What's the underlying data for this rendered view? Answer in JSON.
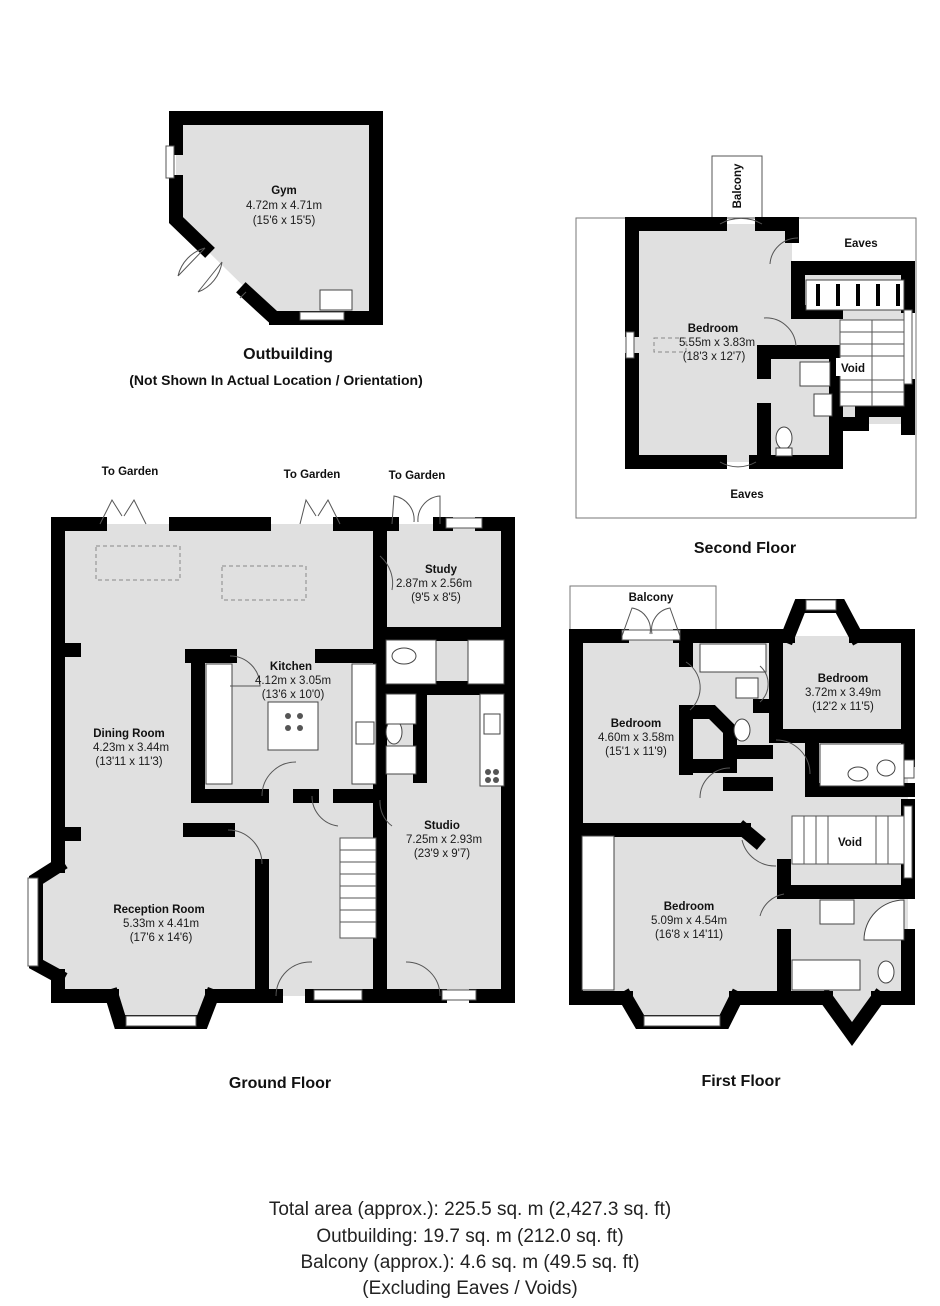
{
  "outbuilding": {
    "title": "Outbuilding",
    "subtitle": "(Not Shown In Actual Location / Orientation)",
    "gym": {
      "name": "Gym",
      "metric": "4.72m x 4.71m",
      "imperial": "(15'6 x 15'5)"
    }
  },
  "ground_floor": {
    "title": "Ground Floor",
    "to_garden": [
      "To Garden",
      "To Garden",
      "To Garden"
    ],
    "rooms": {
      "study": {
        "name": "Study",
        "metric": "2.87m x 2.56m",
        "imperial": "(9'5 x 8'5)"
      },
      "kitchen": {
        "name": "Kitchen",
        "metric": "4.12m x 3.05m",
        "imperial": "(13'6 x 10'0)"
      },
      "dining": {
        "name": "Dining Room",
        "metric": "4.23m x 3.44m",
        "imperial": "(13'11 x 11'3)"
      },
      "studio": {
        "name": "Studio",
        "metric": "7.25m x 2.93m",
        "imperial": "(23'9 x 9'7)"
      },
      "reception": {
        "name": "Reception Room",
        "metric": "5.33m x 4.41m",
        "imperial": "(17'6 x 14'6)"
      }
    }
  },
  "second_floor": {
    "title": "Second Floor",
    "balcony": "Balcony",
    "eaves_top": "Eaves",
    "eaves_bottom": "Eaves",
    "void": "Void",
    "bedroom": {
      "name": "Bedroom",
      "metric": "5.55m x 3.83m",
      "imperial": "(18'3 x 12'7)"
    }
  },
  "first_floor": {
    "title": "First Floor",
    "balcony": "Balcony",
    "void": "Void",
    "bedroom_left": {
      "name": "Bedroom",
      "metric": "4.60m x 3.58m",
      "imperial": "(15'1 x 11'9)"
    },
    "bedroom_right": {
      "name": "Bedroom",
      "metric": "3.72m x 3.49m",
      "imperial": "(12'2 x 11'5)"
    },
    "bedroom_main": {
      "name": "Bedroom",
      "metric": "5.09m x 4.54m",
      "imperial": "(16'8 x 14'11)"
    }
  },
  "totals": {
    "line1": "Total area (approx.): 225.5 sq. m (2,427.3 sq. ft)",
    "line2": "Outbuilding: 19.7 sq. m (212.0 sq. ft)",
    "line3": "Balcony (approx.): 4.6 sq. m (49.5 sq. ft)",
    "line4": "(Excluding Eaves / Voids)"
  }
}
